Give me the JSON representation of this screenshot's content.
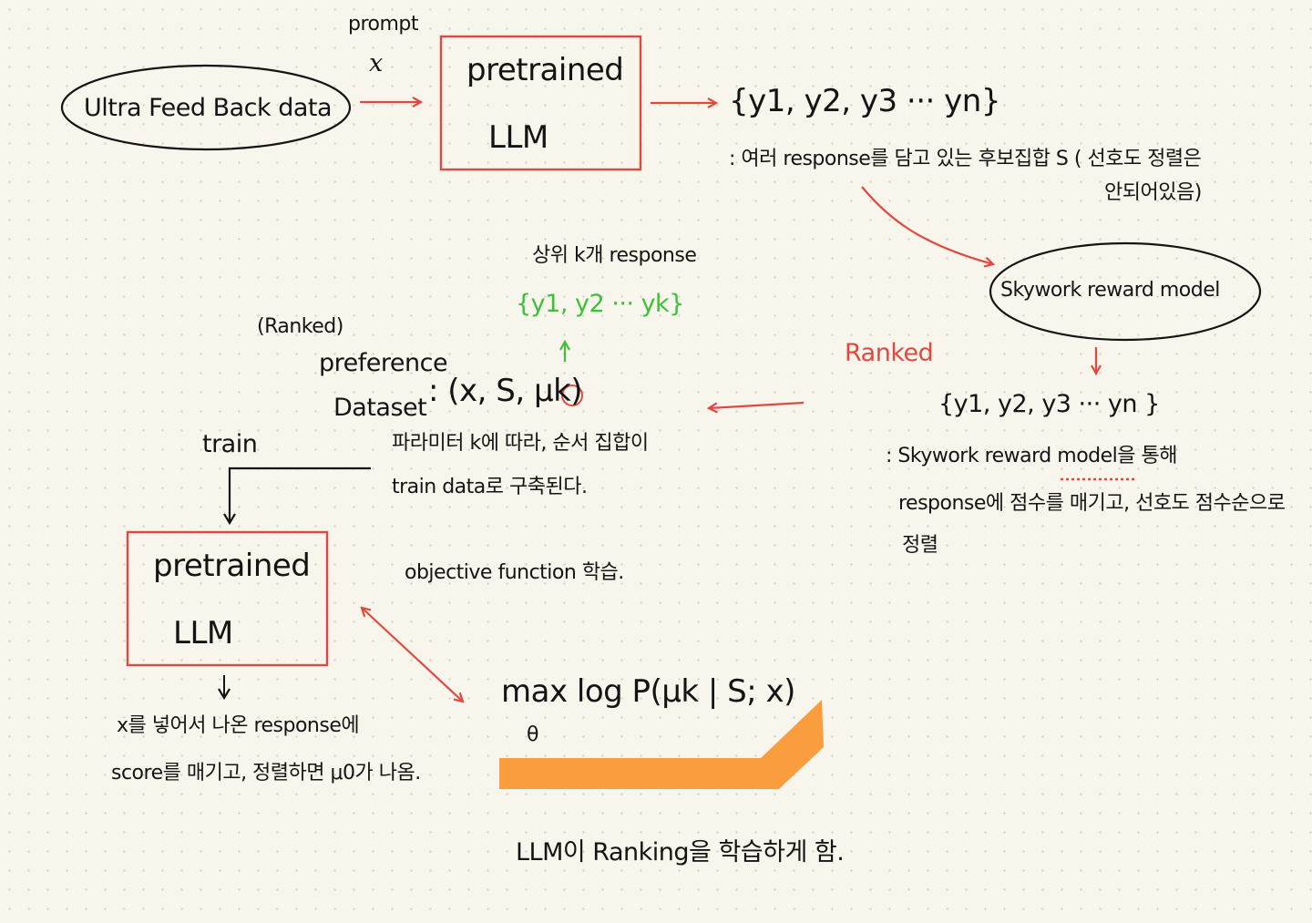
{
  "top": {
    "prompt_label": "prompt",
    "prompt_var": "x",
    "source": "Ultra Feed Back data",
    "model_line1": "pretrained",
    "model_line2": "LLM",
    "responses_set": "{y1, y2, y3 ··· yn}",
    "responses_desc_line1": ": 여러 response를 담고 있는 후보집합 S ( 선호도 정렬은",
    "responses_desc_line2": "안되어있음)"
  },
  "reward": {
    "model": "Skywork reward model",
    "ranked_label": "Ranked",
    "ranked_set": "{y1, y2, y3 ··· yn }",
    "desc_line1": ": Skywork reward model을 통해",
    "desc_line2": "response에 점수를 매기고, 선호도 점수순으로",
    "desc_line3": "정렬"
  },
  "dataset": {
    "topk_label": "상위 k개 response",
    "topk_set": "{y1, y2 ··· yk}",
    "ranked_tag": "(Ranked)",
    "title_line1": "preference",
    "title_line2": "Dataset",
    "formula": ": (x, S, μk)",
    "desc_line1": "파라미터 k에 따라, 순서 집합이",
    "desc_line2": "train data로 구축된다."
  },
  "training": {
    "train_label": "train",
    "model_line1": "pretrained",
    "model_line2": "LLM",
    "objective_label": "objective function 학습.",
    "objective_formula": "max log P(μk | S; x)",
    "objective_sub": "θ",
    "output_line1": "x를 넣어서 나온 response에",
    "output_line2": "score를 매기고, 정렬하면 μ0가 나옴.",
    "summary": "LLM이 Ranking을 학습하게 함."
  },
  "colors": {
    "red": "#e2483f",
    "green": "#3fbf3a",
    "ink": "#141414",
    "highlight": "#fa9d3e",
    "paper": "#f8f5ec"
  }
}
